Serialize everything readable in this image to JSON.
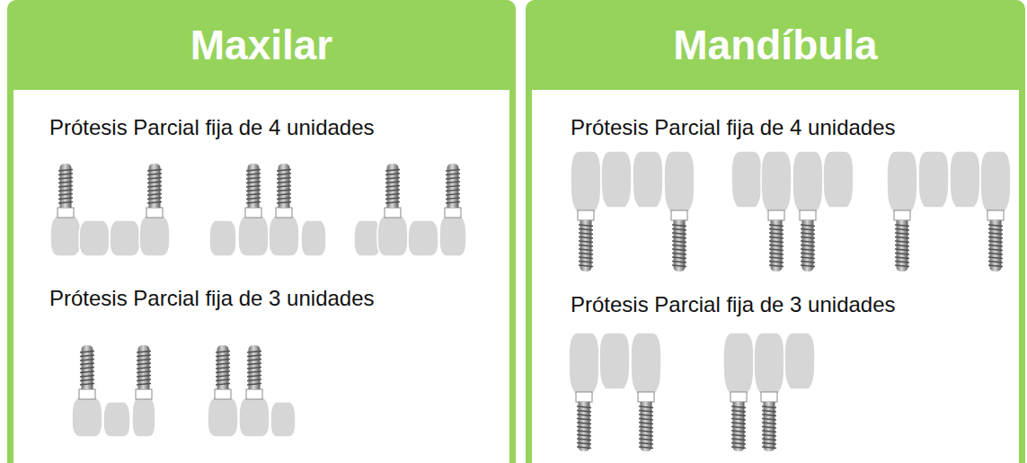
{
  "diagram": {
    "nodes": [
      {
        "text": [
          "Maxilar"
        ]
      },
      {
        "text": [
          "Mandíbula"
        ]
      }
    ],
    "labels": [
      "Prótesis Parcial fija de 4 unidades",
      "Prótesis Parcial fija de 3 unidades",
      "Prótesis Parcial fija de 4 unidades",
      "Prótesis Parcial fija de 3 unidades"
    ]
  }
}
